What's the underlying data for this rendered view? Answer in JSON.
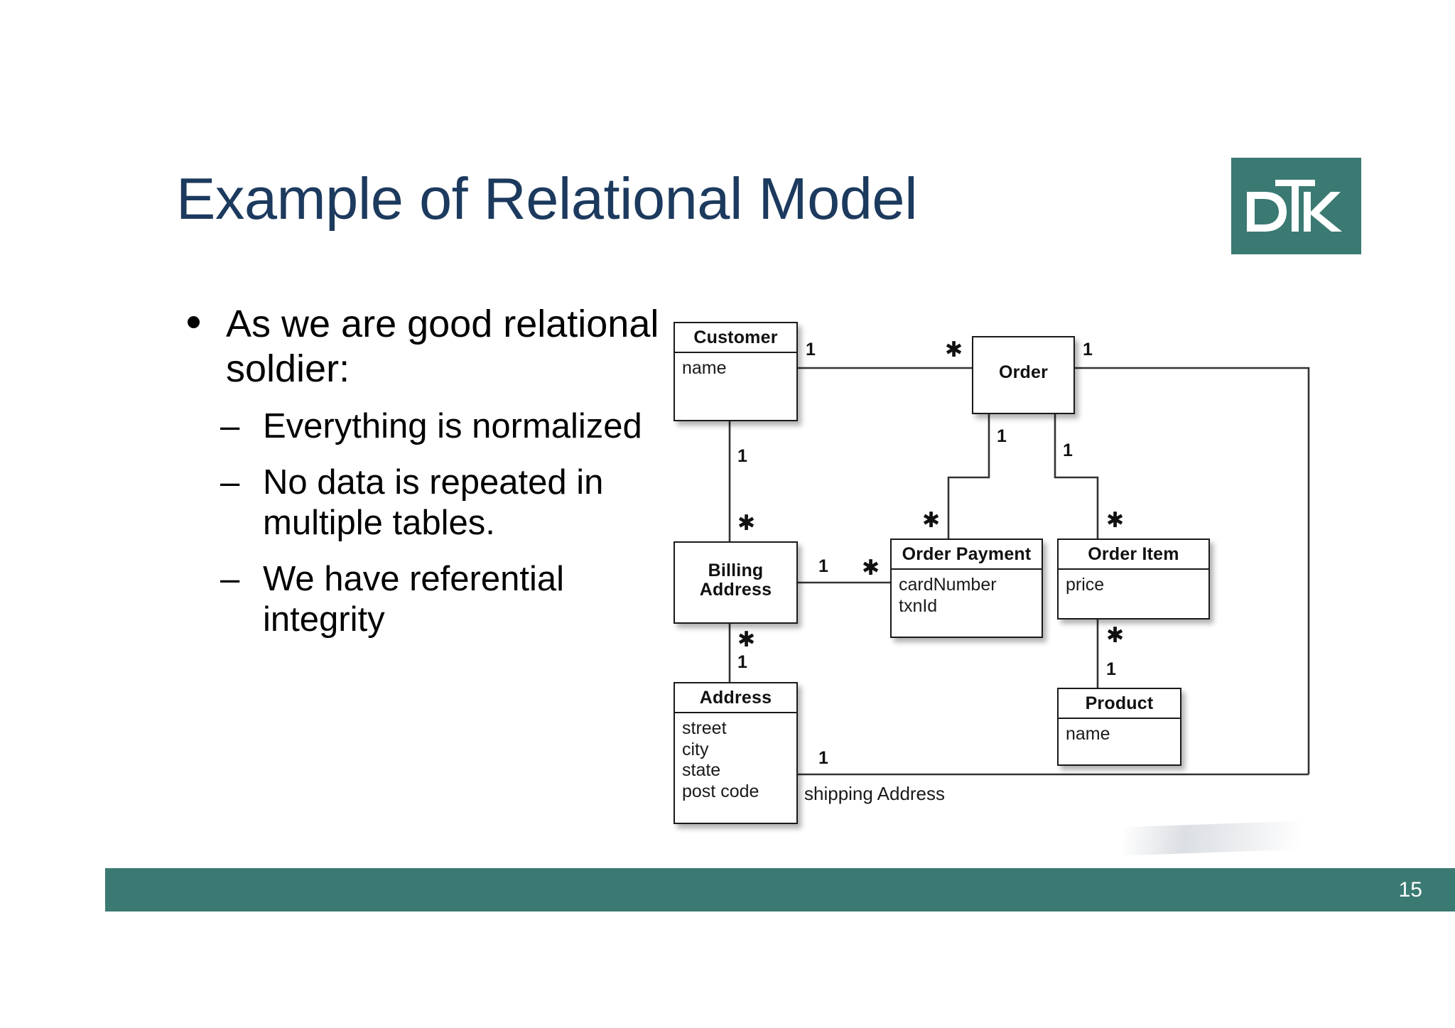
{
  "slide": {
    "title": "Example of Relational Model",
    "page_number": "15",
    "title_color": "#1c3a5e",
    "accent_color": "#3a7a72"
  },
  "logo": {
    "text": "DTK",
    "background": "#3a7a72",
    "foreground": "#ffffff"
  },
  "bullets": {
    "lead": "As we are good relational soldier:",
    "dash": "–",
    "sub_items": [
      "Everything is normalized",
      "No data is repeated in multiple tables.",
      "We have referential integrity"
    ]
  },
  "diagram": {
    "type": "uml-class-diagram",
    "classes": [
      {
        "id": "customer",
        "name": "Customer",
        "attributes": [
          "name"
        ]
      },
      {
        "id": "order",
        "name": "Order",
        "attributes": []
      },
      {
        "id": "billing",
        "name": "Billing\nAddress",
        "name_line1": "Billing",
        "name_line2": "Address",
        "attributes": []
      },
      {
        "id": "order_payment",
        "name": "Order Payment",
        "attributes": [
          "cardNumber",
          "txnId"
        ]
      },
      {
        "id": "order_item",
        "name": "Order Item",
        "attributes": [
          "price"
        ]
      },
      {
        "id": "address",
        "name": "Address",
        "attributes": [
          "street",
          "city",
          "state",
          "post code"
        ]
      },
      {
        "id": "product",
        "name": "Product",
        "attributes": [
          "name"
        ]
      }
    ],
    "multiplicities": {
      "customer_right": "1",
      "customer_bottom": "1",
      "order_left": "✱",
      "order_right": "1",
      "order_to_payment": "1",
      "order_to_item": "1",
      "billing_top": "✱",
      "billing_right": "1",
      "billing_bottom": "✱",
      "payment_top": "✱",
      "payment_left": "✱",
      "item_top": "✱",
      "item_bottom": "✱",
      "address_top": "1",
      "address_right": "1",
      "product_top": "1"
    },
    "edge_labels": {
      "shipping_address": "shipping Address"
    },
    "associations": [
      {
        "from": "customer",
        "to": "order",
        "from_mult": "1",
        "to_mult": "✱"
      },
      {
        "from": "customer",
        "to": "billing",
        "from_mult": "1",
        "to_mult": "✱"
      },
      {
        "from": "order",
        "to": "order_payment",
        "from_mult": "1",
        "to_mult": "✱"
      },
      {
        "from": "order",
        "to": "order_item",
        "from_mult": "1",
        "to_mult": "✱"
      },
      {
        "from": "billing",
        "to": "order_payment",
        "from_mult": "1",
        "to_mult": "✱"
      },
      {
        "from": "billing",
        "to": "address",
        "from_mult": "✱",
        "to_mult": "1"
      },
      {
        "from": "order_item",
        "to": "product",
        "from_mult": "✱",
        "to_mult": "1"
      },
      {
        "from": "order",
        "to": "address",
        "from_mult": "1",
        "to_mult": "1",
        "label": "shipping Address"
      }
    ]
  }
}
